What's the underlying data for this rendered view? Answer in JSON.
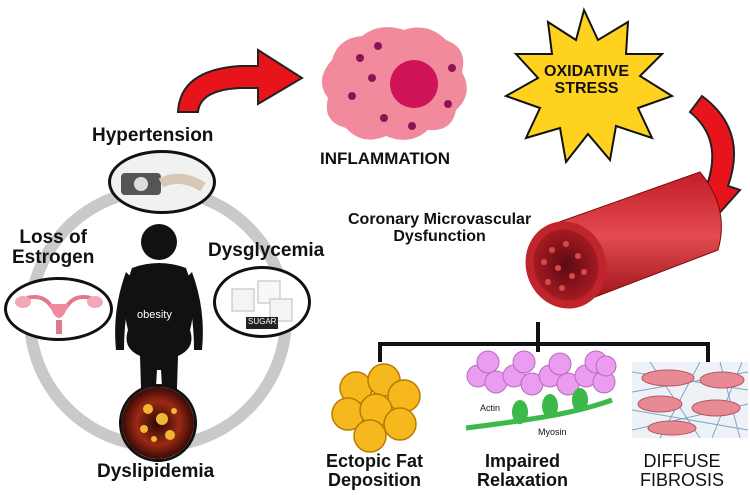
{
  "risk_factors": {
    "hypertension": "Hypertension",
    "loss_of_estrogen": "Loss of\nEstrogen",
    "dysglycemia": "Dysglycemia",
    "dyslipidemia": "Dyslipidemia",
    "obesity": "obesity",
    "sugar": "SUGAR"
  },
  "pathway": {
    "inflammation": "INFLAMMATION",
    "oxidative_stress": "OXIDATIVE\nSTRESS",
    "cmd": "Coronary Microvascular\nDysfunction"
  },
  "outcomes": {
    "ectopic_fat": "Ectopic Fat\nDeposition",
    "impaired_relaxation": "Impaired\nRelaxation",
    "diffuse_fibrosis": "DIFFUSE\nFIBROSIS",
    "actin": "Actin",
    "myosin": "Myosin"
  },
  "colors": {
    "arrow_red": "#e8141b",
    "cell_pink": "#f08a9c",
    "nucleus": "#d01458",
    "star_yellow": "#ffd21f",
    "fat_yellow": "#f7b81d",
    "actin_pink": "#ec9cf0",
    "myosin_green": "#3db84a"
  }
}
